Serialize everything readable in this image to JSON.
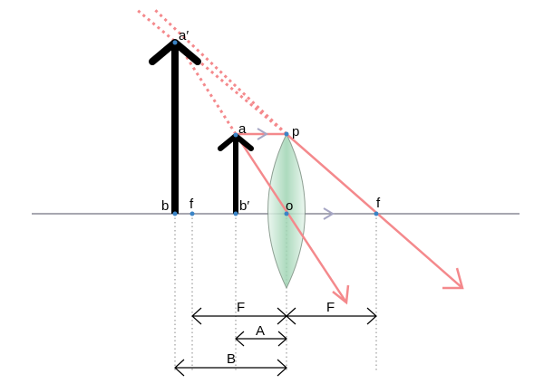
{
  "labels": {
    "image_top": "a′",
    "object_top": "a",
    "lens_top": "p",
    "image_base": "b",
    "focal_left": "f",
    "object_base": "b′",
    "center": "o",
    "focal_right": "f",
    "dim_F_left": "F",
    "dim_F_right": "F",
    "dim_A": "A",
    "dim_B": "B"
  },
  "colors": {
    "axis": "#8a8a96",
    "ray": "#f4898c",
    "arrow": "#000000",
    "point": "#3b84c6",
    "lens_fill": "#bfe3cc",
    "direction_arrow": "#a6a6c4"
  }
}
